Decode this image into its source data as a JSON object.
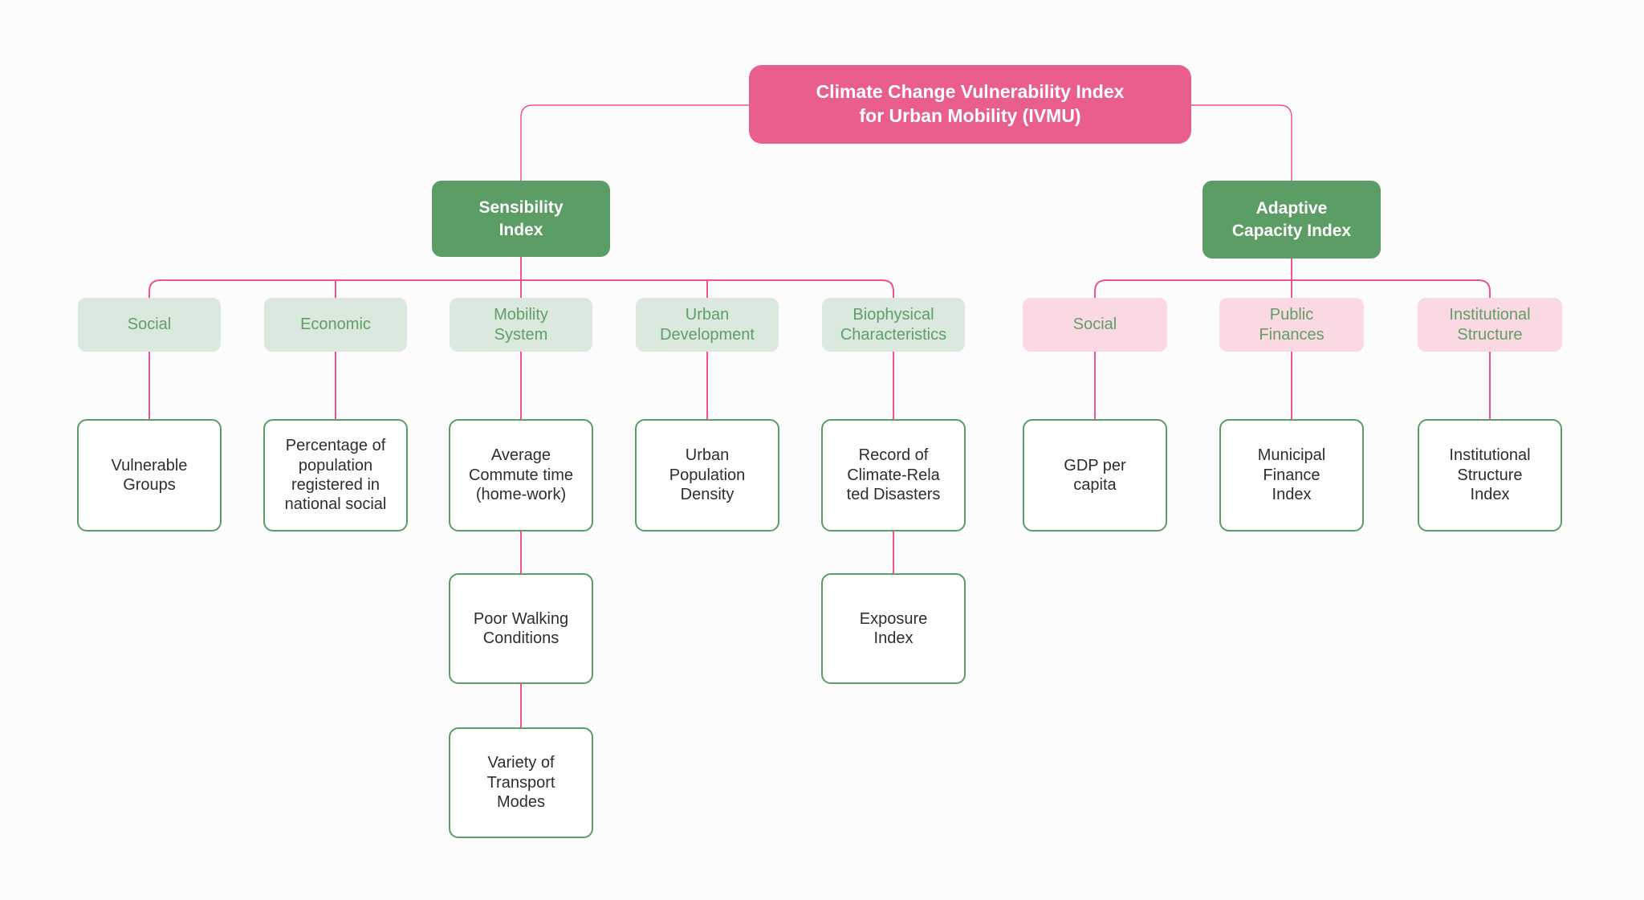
{
  "diagram_title": "Climate Change Vulnerability Index for Urban Mobility (IVMU)",
  "colors": {
    "background": "#fdfcfc",
    "root_bg": "#e95d8f",
    "root_text": "#ffffff",
    "index_bg": "#5b9d64",
    "index_text": "#ffffff",
    "category_green_bg": "#dbe8dd",
    "category_pink_bg": "#fad9e3",
    "category_text": "#5f9e66",
    "leaf_bg": "#ffffff",
    "leaf_border": "#5b9d64",
    "leaf_text": "#2e2e2e",
    "connector": "#f0538a"
  },
  "nodes": {
    "root": {
      "label": "Climate Change Vulnerability Index\nfor Urban Mobility (IVMU)"
    },
    "sensibility": {
      "label": "Sensibility\nIndex"
    },
    "adaptive": {
      "label": "Adaptive\nCapacity Index"
    },
    "cat_social_left": {
      "label": "Social"
    },
    "cat_economic": {
      "label": "Economic"
    },
    "cat_mobility": {
      "label": "Mobility\nSystem"
    },
    "cat_urban": {
      "label": "Urban\nDevelopment"
    },
    "cat_biophysical": {
      "label": "Biophysical\nCharacteristics"
    },
    "cat_social_right": {
      "label": "Social"
    },
    "cat_finances": {
      "label": "Public\nFinances"
    },
    "cat_institutional": {
      "label": "Institutional\nStructure"
    },
    "leaf_vulnerable": {
      "label": "Vulnerable\nGroups"
    },
    "leaf_percentage": {
      "label": "Percentage of\npopulation\nregistered in\nnational social"
    },
    "leaf_commute": {
      "label": "Average\nCommute time\n(home-work)"
    },
    "leaf_density": {
      "label": "Urban\nPopulation\nDensity"
    },
    "leaf_disasters": {
      "label": "Record of\nClimate-Rela\nted Disasters"
    },
    "leaf_gdp": {
      "label": "GDP per\ncapita"
    },
    "leaf_municipal": {
      "label": "Municipal\nFinance\nIndex"
    },
    "leaf_inst_index": {
      "label": "Institutional\nStructure\nIndex"
    },
    "leaf_walking": {
      "label": "Poor Walking\nConditions"
    },
    "leaf_transport": {
      "label": "Variety of\nTransport\nModes"
    },
    "leaf_exposure": {
      "label": "Exposure\nIndex"
    }
  },
  "hierarchy": {
    "root": "Climate Change Vulnerability Index for Urban Mobility (IVMU)",
    "children": [
      {
        "label": "Sensibility Index",
        "children": [
          {
            "label": "Social",
            "children": [
              "Vulnerable Groups"
            ]
          },
          {
            "label": "Economic",
            "children": [
              "Percentage of population registered in national social"
            ]
          },
          {
            "label": "Mobility System",
            "children": [
              "Average Commute time (home-work)",
              "Poor Walking Conditions",
              "Variety of Transport Modes"
            ]
          },
          {
            "label": "Urban Development",
            "children": [
              "Urban Population Density"
            ]
          },
          {
            "label": "Biophysical Characteristics",
            "children": [
              "Record of Climate-Related Disasters",
              "Exposure Index"
            ]
          }
        ]
      },
      {
        "label": "Adaptive Capacity Index",
        "children": [
          {
            "label": "Social",
            "children": [
              "GDP per capita"
            ]
          },
          {
            "label": "Public Finances",
            "children": [
              "Municipal Finance Index"
            ]
          },
          {
            "label": "Institutional Structure",
            "children": [
              "Institutional Structure Index"
            ]
          }
        ]
      }
    ]
  }
}
